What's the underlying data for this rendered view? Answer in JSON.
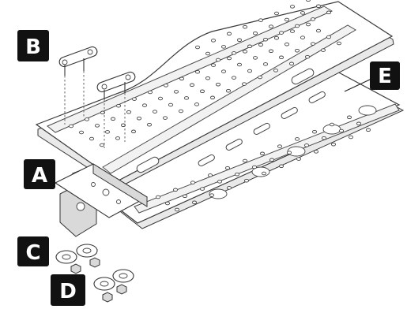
{
  "callouts": {
    "a": "A",
    "b": "B",
    "c": "C",
    "d": "D",
    "e": "E"
  },
  "colors": {
    "callout_background": "#111111",
    "callout_text": "#ffffff",
    "line": "#3a3a3a"
  }
}
